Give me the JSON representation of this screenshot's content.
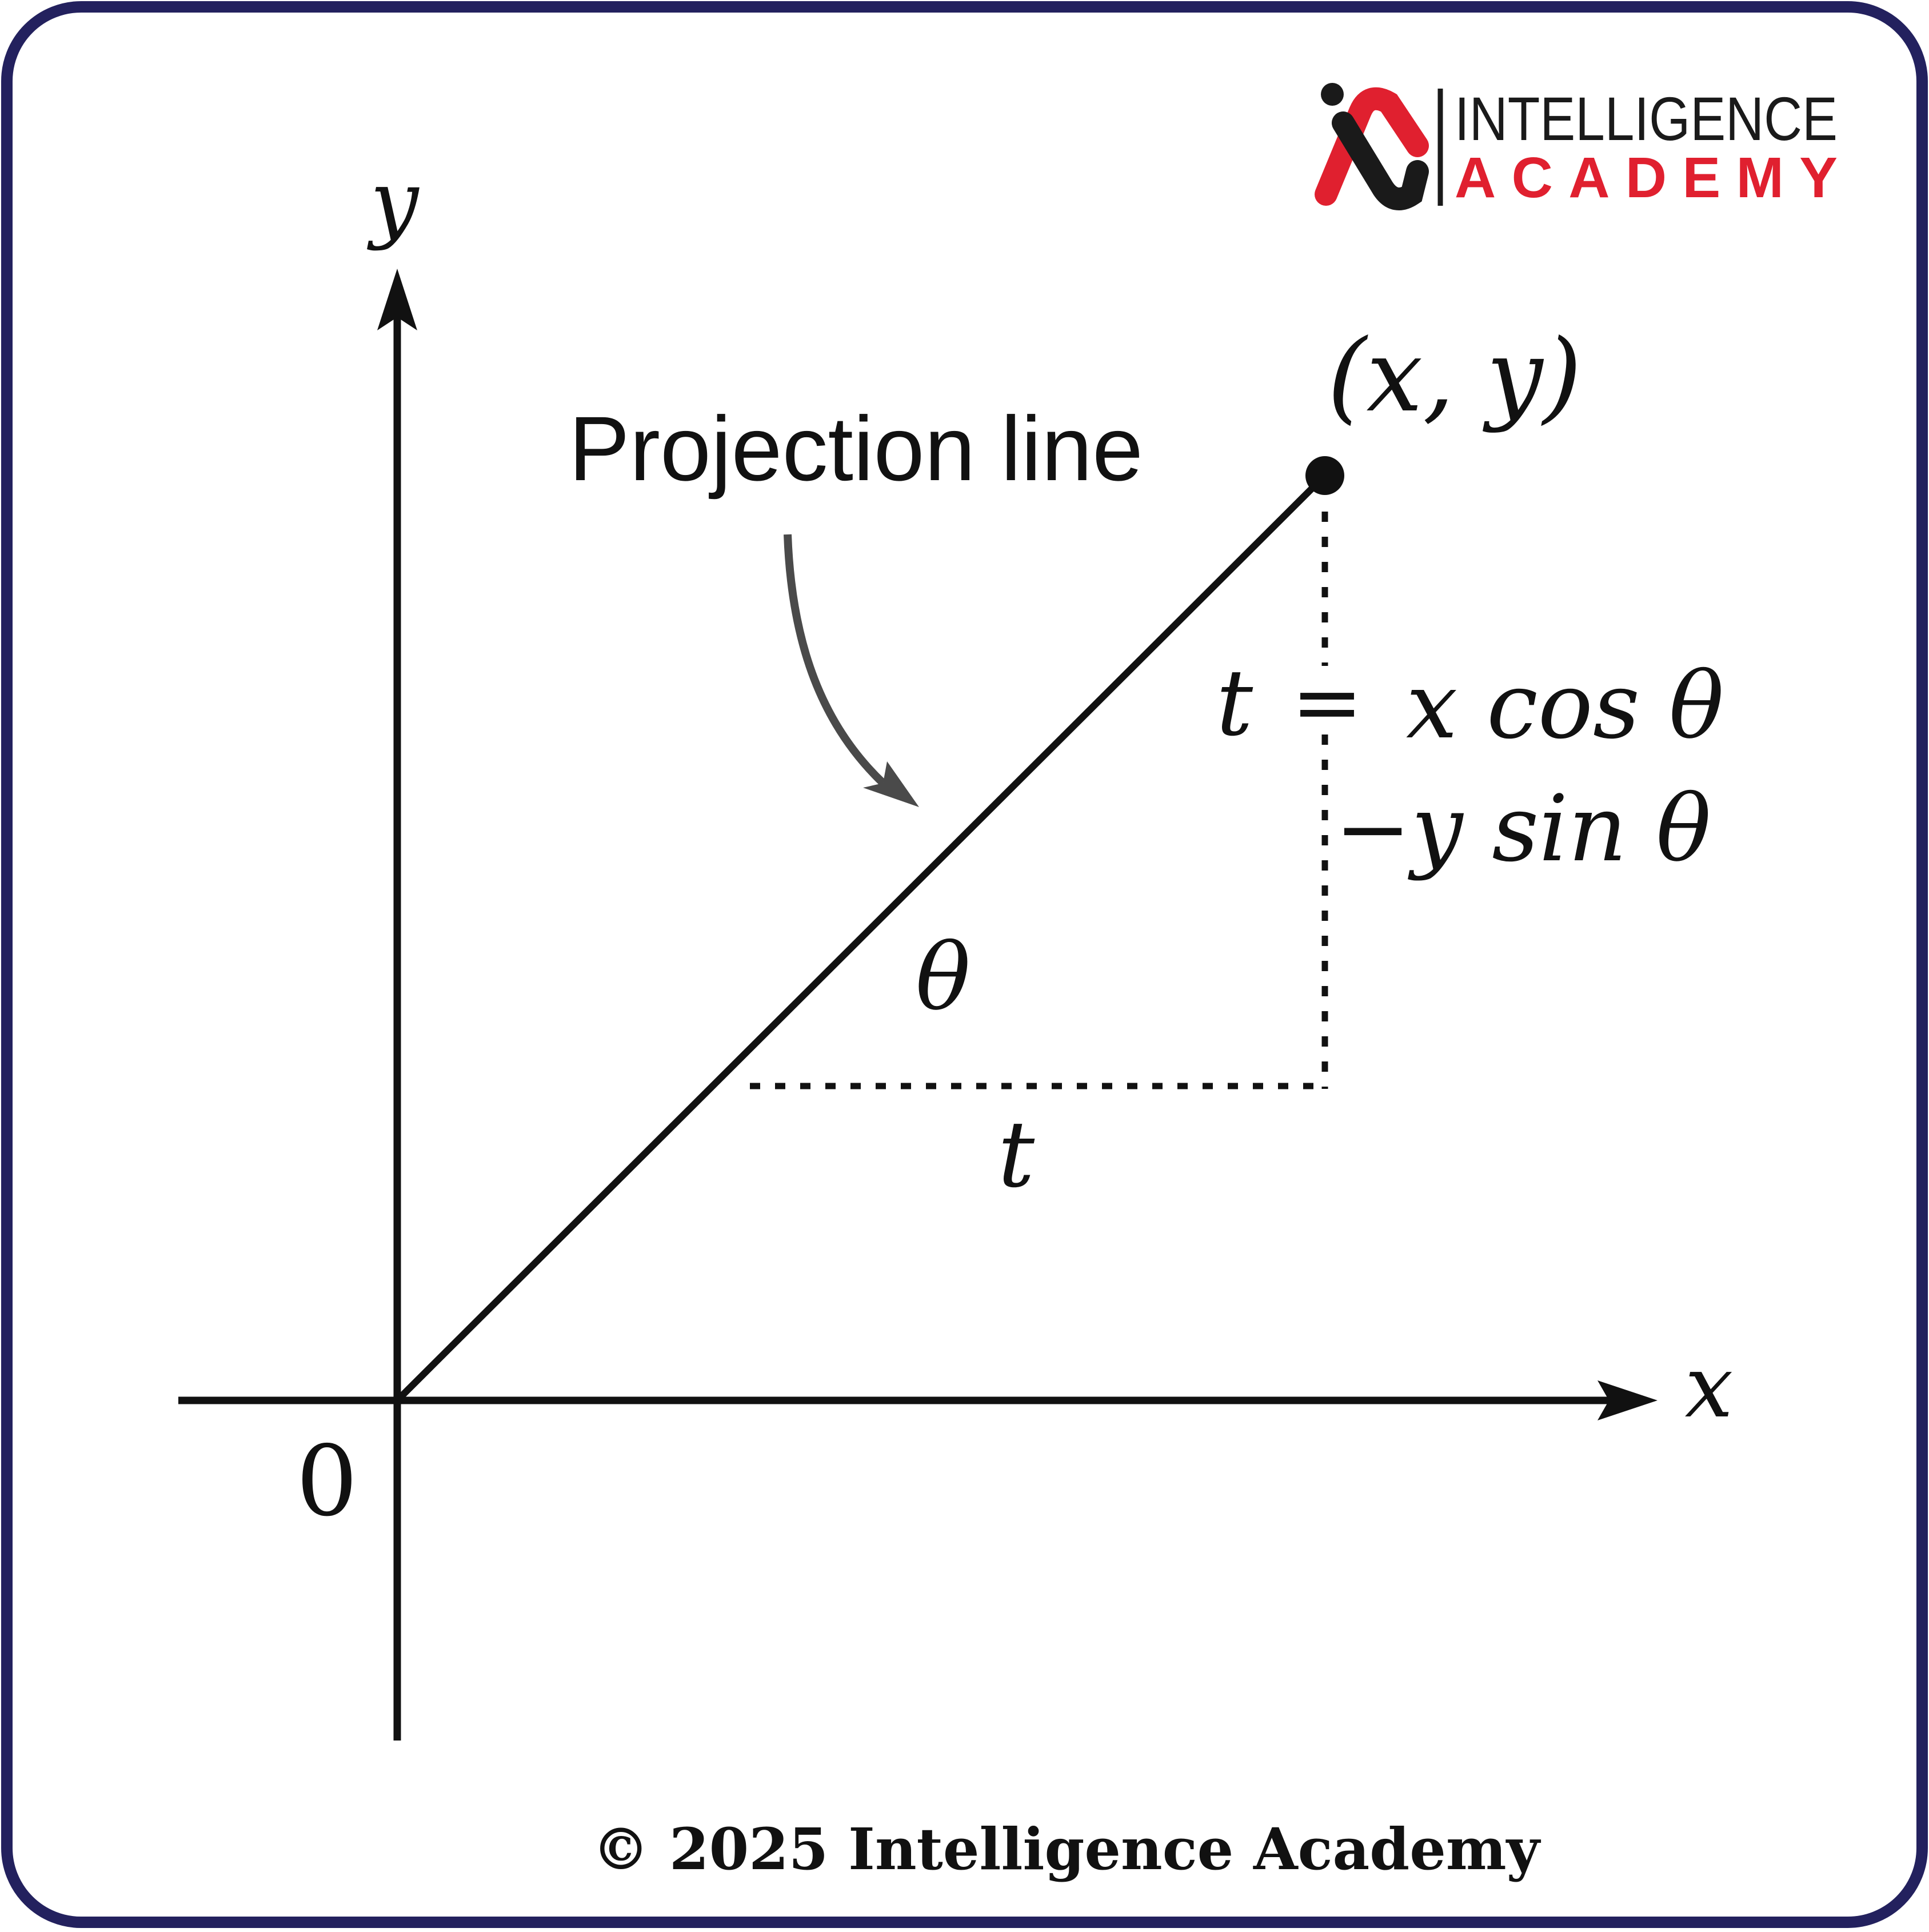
{
  "diagram": {
    "projection_label": "Projection line",
    "point_label": "(x, y)",
    "axis_x_label": "x",
    "axis_y_label": "y",
    "origin_label": "0",
    "angle_label": "θ",
    "horizontal_t_label": "t",
    "vertical_t_label": "t",
    "equals_label": "=",
    "formula_line1": "x cos θ",
    "formula_line2": "−y sin θ"
  },
  "logo": {
    "line1": "INTELLIGENCE",
    "line2": "ACADEMY"
  },
  "footer": {
    "copyright": "© 2025 Intelligence Academy"
  },
  "colors": {
    "border": "#23215e",
    "ink": "#111111",
    "arrow_gray": "#4a4a4a",
    "brand_red": "#e0202f",
    "brand_dark": "#1a1a1a"
  }
}
